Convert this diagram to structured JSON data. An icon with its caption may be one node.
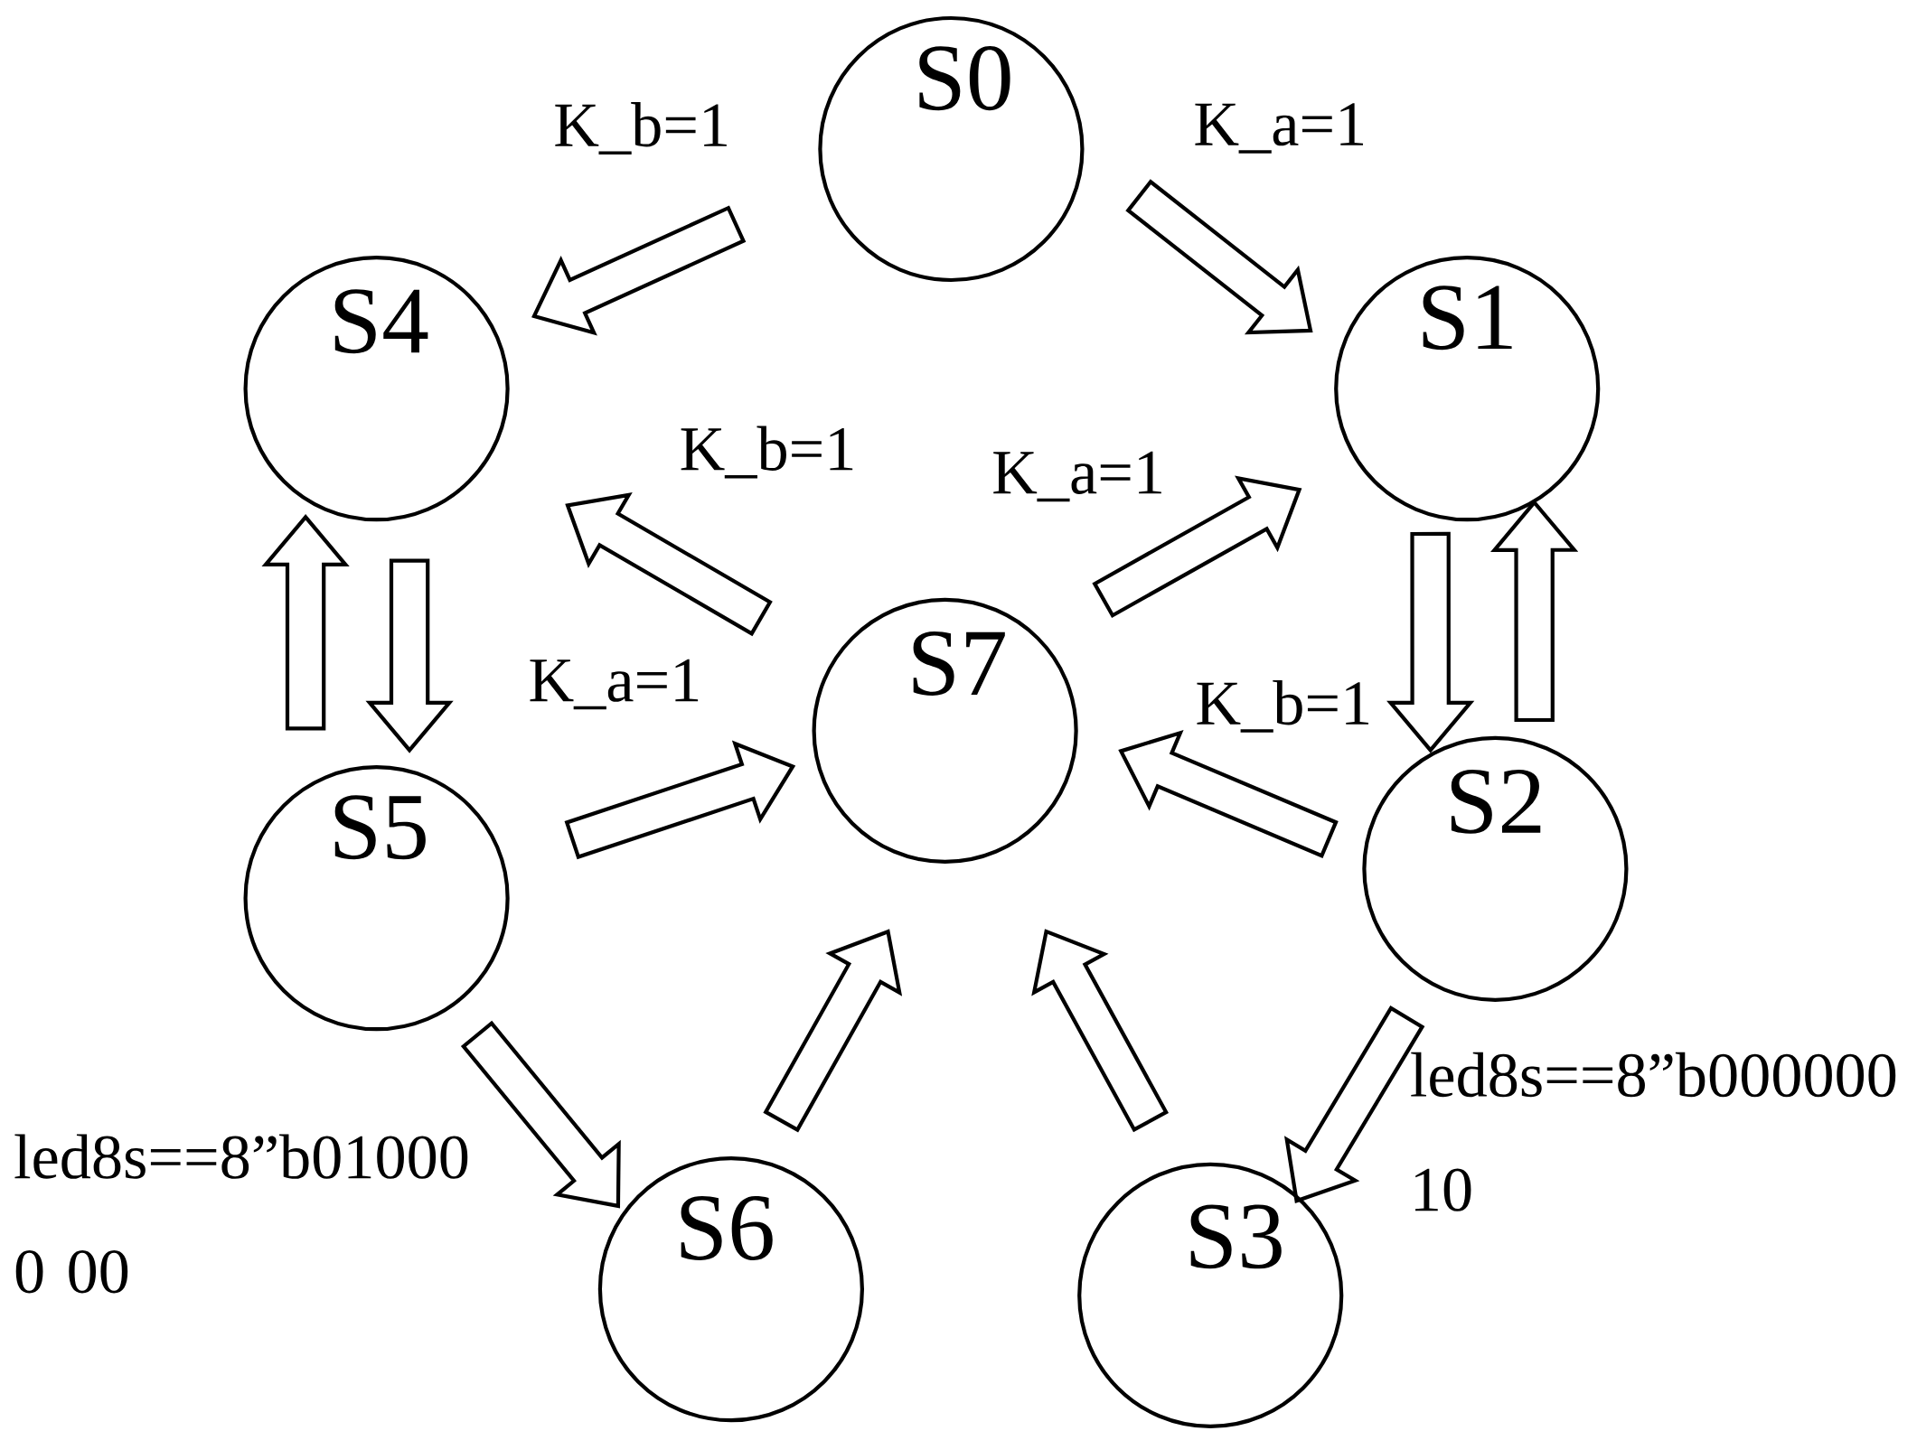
{
  "diagram": {
    "nodes": [
      {
        "text": [
          "S0"
        ]
      },
      {
        "text": [
          "S4"
        ]
      },
      {
        "text": [
          "S1"
        ]
      },
      {
        "text": [
          "S7"
        ]
      },
      {
        "text": [
          "S5"
        ]
      },
      {
        "text": [
          "S2"
        ]
      },
      {
        "text": [
          "S6"
        ]
      },
      {
        "text": [
          "S3"
        ]
      }
    ],
    "edges": [
      {
        "from": 0,
        "to": 1,
        "arrow": "to",
        "label": "K_b=1"
      },
      {
        "from": 0,
        "to": 2,
        "arrow": "to",
        "label": "K_a=1"
      },
      {
        "from": 3,
        "to": 1,
        "arrow": "to",
        "label": "K_b=1"
      },
      {
        "from": 3,
        "to": 2,
        "arrow": "to",
        "label": "K_a=1"
      },
      {
        "from": 1,
        "to": 4,
        "arrow": "to"
      },
      {
        "from": 4,
        "to": 1,
        "arrow": "to"
      },
      {
        "from": 2,
        "to": 5,
        "arrow": "to"
      },
      {
        "from": 5,
        "to": 2,
        "arrow": "to"
      },
      {
        "from": 4,
        "to": 3,
        "arrow": "to",
        "label": "K_a=1"
      },
      {
        "from": 5,
        "to": 3,
        "arrow": "to",
        "label": "K_b=1"
      },
      {
        "from": 4,
        "to": 6,
        "arrow": "to",
        "label": "led8s==8”b01000 0 00"
      },
      {
        "from": 5,
        "to": 7,
        "arrow": "to",
        "label": "led8s==8”b000000 10"
      },
      {
        "from": 6,
        "to": 3,
        "arrow": "to"
      },
      {
        "from": 7,
        "to": 3,
        "arrow": "to"
      }
    ]
  }
}
